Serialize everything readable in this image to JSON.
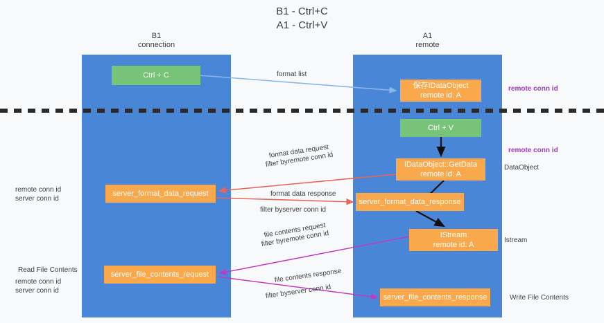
{
  "title": {
    "line1": "B1 - Ctrl+C",
    "line2": "A1 - Ctrl+V"
  },
  "lanes": [
    {
      "name": "B1",
      "subtitle": "connection",
      "color": "#4a86d8"
    },
    {
      "name": "A1",
      "subtitle": "remote",
      "color": "#4a86d8"
    }
  ],
  "nodes": {
    "ctrl_c": {
      "line1": "Ctrl + C",
      "color": "#77c377"
    },
    "data_object": {
      "line1": "保存IDataObject",
      "line2": "remote id: A",
      "color": "#f9a94c"
    },
    "ctrl_v": {
      "line1": "Ctrl + V",
      "color": "#77c377"
    },
    "get_data": {
      "line1": "IDataObject::GetData",
      "line2": "remote id: A",
      "color": "#f9a94c"
    },
    "format_data_request": {
      "line1": "server_format_data_request",
      "color": "#f9a94c"
    },
    "format_data_response": {
      "line1": "server_format_data_response",
      "color": "#f9a94c"
    },
    "istream": {
      "line1": "IStream",
      "line2": "remote id: A",
      "color": "#f9a94c"
    },
    "file_contents_request": {
      "line1": "server_file_contents_request",
      "color": "#f9a94c"
    },
    "file_contents_response": {
      "line1": "server_file_contents_response",
      "color": "#f9a94c"
    }
  },
  "edge_labels": {
    "format_list": "format list",
    "format_data_request": "format data request",
    "format_data_request_filter_prefix": "filter by ",
    "format_data_request_filter_key": "remote conn id",
    "format_data_response": "format data response",
    "format_data_response_filter_prefix": "filter by ",
    "format_data_response_filter_key": "server conn id",
    "file_contents_request": "file contents request",
    "file_contents_request_filter_prefix": "filter by ",
    "file_contents_request_filter_key": "remote conn id",
    "file_contents_response": "file contents response",
    "file_contents_response_filter_prefix": "filter by ",
    "file_contents_response_filter_key": "server conn id"
  },
  "annotations": {
    "remote_conn_id_top": "remote conn id",
    "remote_conn_id_mid": "remote conn id",
    "data_object": "DataObject",
    "istream": "Istream",
    "write_file_contents": "Write File Contents",
    "read_file_contents": "Read File Contents",
    "left_remote_conn_id_1": "remote conn id",
    "left_server_conn_id_1": "server conn id",
    "left_remote_conn_id_2": "remote conn id",
    "left_server_conn_id_2": "server conn id"
  },
  "colors": {
    "lane": "#4a86d8",
    "orange": "#f9a94c",
    "green": "#77c377",
    "purple": "#a33bc2",
    "green_text": "#5aa95a",
    "arrow_blue": "#8ab6e8",
    "arrow_red": "#e8645a",
    "arrow_magenta": "#c13bc1",
    "arrow_black": "#111111",
    "background": "#f8f9fa",
    "divider": "#2a2a2a"
  }
}
